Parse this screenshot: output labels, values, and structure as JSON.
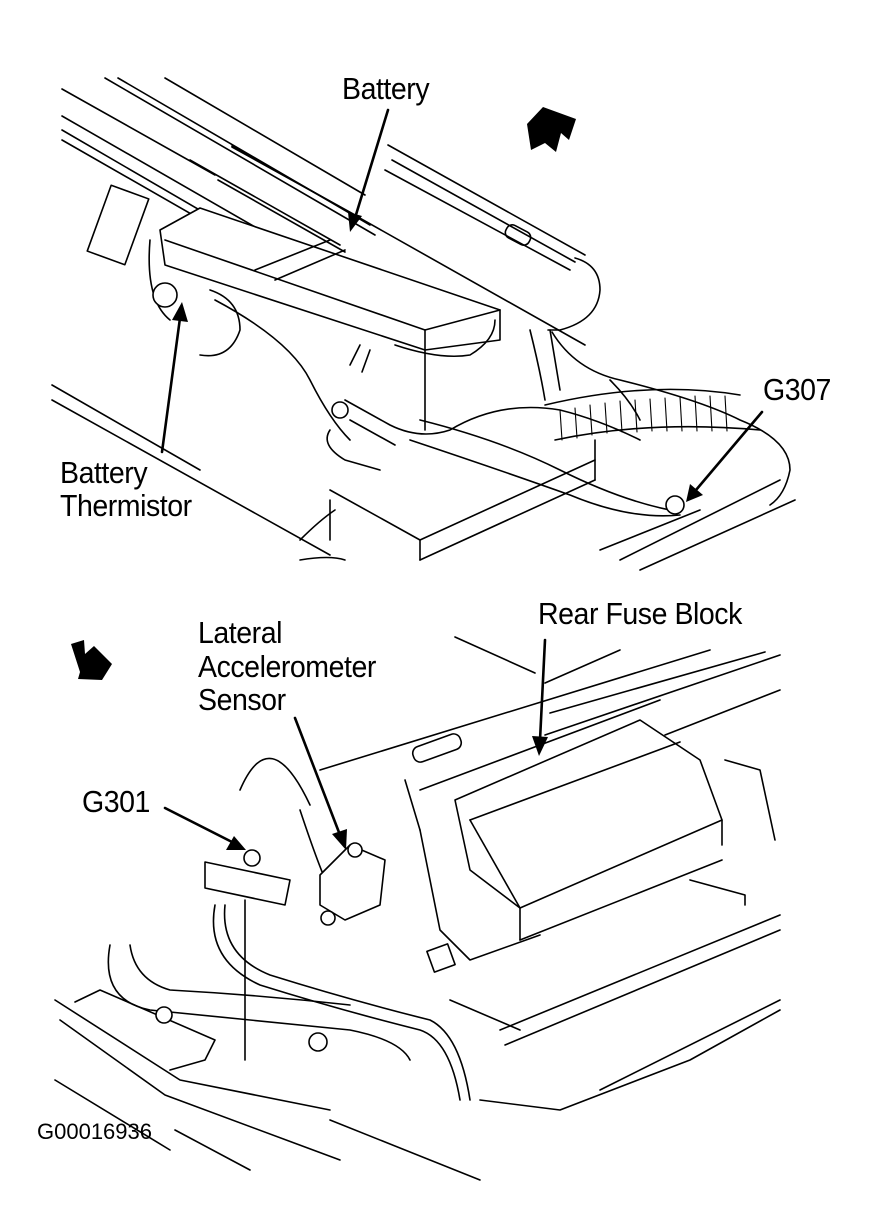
{
  "diagram": {
    "title": "Battery, Rear Fuse Block and Ground Locations",
    "figure_id": "G00016936",
    "colors": {
      "line": "#000000",
      "background": "#ffffff"
    },
    "views": [
      {
        "name": "upper-view",
        "direction_icon": "front-direction-arrow-icon",
        "callouts": [
          {
            "id": "battery",
            "label": "Battery"
          },
          {
            "id": "battery-thermistor",
            "label_lines": [
              "Battery",
              "Thermistor"
            ]
          },
          {
            "id": "g307",
            "label": "G307"
          }
        ]
      },
      {
        "name": "lower-view",
        "direction_icon": "front-direction-arrow-icon",
        "callouts": [
          {
            "id": "lateral-accelerometer-sensor",
            "label_lines": [
              "Lateral",
              "Accelerometer",
              "Sensor"
            ]
          },
          {
            "id": "rear-fuse-block",
            "label": "Rear Fuse Block"
          },
          {
            "id": "g301",
            "label": "G301"
          }
        ]
      }
    ]
  }
}
